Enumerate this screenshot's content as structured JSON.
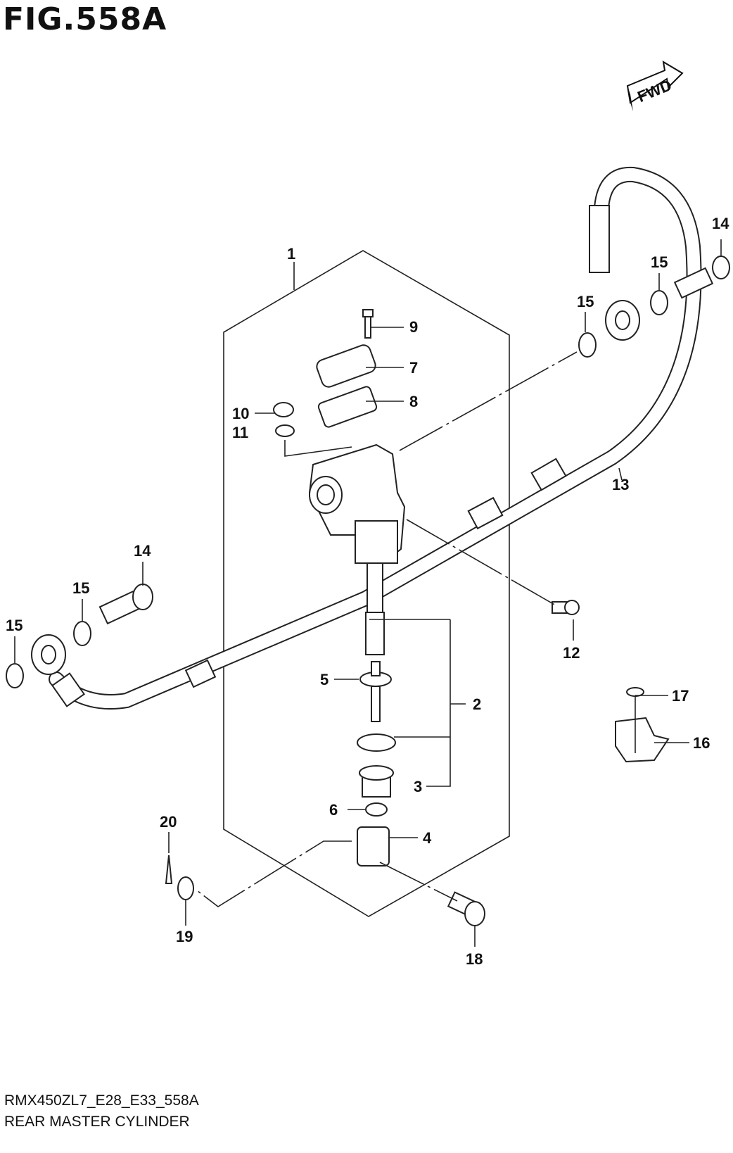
{
  "figure": {
    "title": "FIG.558A",
    "code": "RMX450ZL7_E28_E33_558A",
    "name": "REAR MASTER CYLINDER"
  },
  "fwd_arrow": {
    "label": "FWD"
  },
  "callouts": [
    "1",
    "2",
    "3",
    "4",
    "5",
    "6",
    "7",
    "8",
    "9",
    "10",
    "11",
    "12",
    "13",
    "14",
    "14",
    "15",
    "15",
    "15",
    "15",
    "16",
    "17",
    "18",
    "19",
    "20"
  ]
}
